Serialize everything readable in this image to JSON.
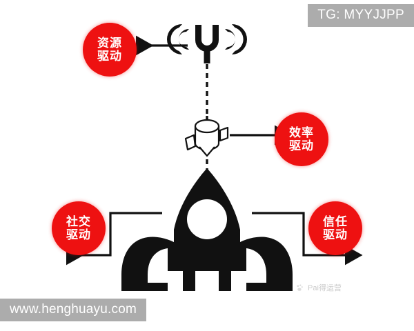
{
  "page": {
    "background_color": "#ffffff",
    "accent_color": "#ee1111",
    "ink_color": "#111111",
    "banner_color": "#acacac"
  },
  "banners": {
    "telegram_tag": "TG: MYYJJPP",
    "website_url": "www.henghuayu.com"
  },
  "watermark": {
    "text": "Pai得运营",
    "icon": "paw-mark-icon"
  },
  "diagram": {
    "title": "",
    "center_graphic": "rocket-silhouette",
    "icons": [
      {
        "name": "antenna-signal-icon",
        "label": ""
      },
      {
        "name": "satellite-icon",
        "label": ""
      },
      {
        "name": "rocket-icon",
        "label": ""
      }
    ],
    "nodes": [
      {
        "id": "resource",
        "line1": "资源",
        "line2": "驱动",
        "color": "#ee1111",
        "text_color": "#ffffff",
        "arrow_direction": "left"
      },
      {
        "id": "efficiency",
        "line1": "效率",
        "line2": "驱动",
        "color": "#ee1111",
        "text_color": "#ffffff",
        "arrow_direction": "right"
      },
      {
        "id": "social",
        "line1": "社交",
        "line2": "驱动",
        "color": "#ee1111",
        "text_color": "#ffffff",
        "arrow_direction": "left"
      },
      {
        "id": "trust",
        "line1": "信任",
        "line2": "驱动",
        "color": "#ee1111",
        "text_color": "#ffffff",
        "arrow_direction": "right"
      }
    ]
  }
}
